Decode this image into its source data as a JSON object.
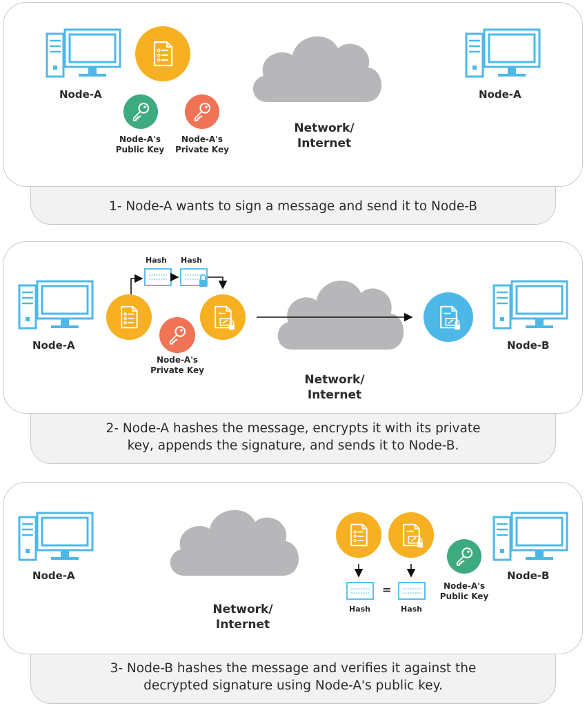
{
  "panels": [
    {
      "caption": "1- Node-A wants to sign a message and send it to Node-B",
      "left_node": "Node-A",
      "right_node": "Node-A",
      "network": [
        "Network/",
        "Internet"
      ],
      "public_key": [
        "Node-A's",
        "Public Key"
      ],
      "private_key": [
        "Node-A's",
        "Private Key"
      ]
    },
    {
      "caption": [
        "2- Node-A hashes the message, encrypts it with its private",
        "key, appends the signature, and sends it to Node-B."
      ],
      "left_node": "Node-A",
      "right_node": "Node-B",
      "network": [
        "Network/",
        "Internet"
      ],
      "hash_1": "Hash",
      "hash_2": "Hash",
      "private_key": [
        "Node-A's",
        "Private Key"
      ]
    },
    {
      "caption": [
        "3- Node-B hashes the message and verifies it against the",
        "decrypted signature using Node-A's public key."
      ],
      "left_node": "Node-A",
      "right_node": "Node-B",
      "network": [
        "Network/",
        "Internet"
      ],
      "hash_1": "Hash",
      "hash_2": "Hash",
      "equals": "=",
      "public_key": [
        "Node-A's",
        "Public Key"
      ]
    }
  ],
  "colors": {
    "computer": "#4db8e8",
    "document_circle": "#f7b022",
    "public_key_circle": "#3daa7f",
    "private_key_circle": "#f07355",
    "received_circle": "#4db8e8",
    "cloud": "#b7b6b9",
    "hash_box": "#4db8e8"
  },
  "icons": [
    "computer-icon",
    "document-icon",
    "key-icon",
    "cloud-icon",
    "hash-icon",
    "lock-icon",
    "signed-document-icon",
    "arrow-icon"
  ]
}
